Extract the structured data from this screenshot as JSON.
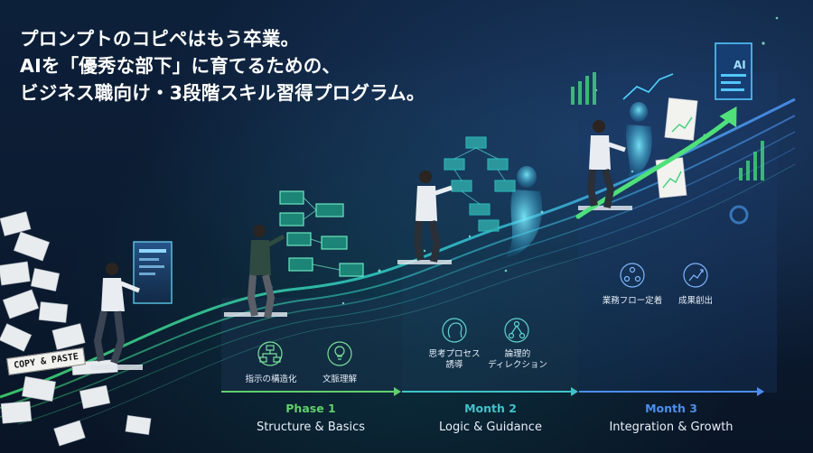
{
  "headline": {
    "line1": "プロンプトのコピペはもう卒業。",
    "line2": "AIを「優秀な部下」に育てるための、",
    "line3": "ビジネス職向け・3段階スキル習得プログラム。"
  },
  "copy_paste_label": "COPY & PASTE",
  "ai_doc_label": "AI",
  "phases": [
    {
      "title": "Phase 1",
      "subtitle": "Structure & Basics",
      "color": "#5fd06a"
    },
    {
      "title": "Month 2",
      "subtitle": "Logic & Guidance",
      "color": "#3fc3c9"
    },
    {
      "title": "Month 3",
      "subtitle": "Integration & Growth",
      "color": "#4b8ef0"
    }
  ],
  "skills": {
    "phase1": [
      "指示の構造化",
      "文脈理解"
    ],
    "phase2": [
      "思考プロセス\n誘導",
      "論理的\nディレクション"
    ],
    "phase3": [
      "業務フロー定着",
      "成果創出"
    ]
  },
  "icons": [
    "hierarchy-icon",
    "lightbulb-icon",
    "head-brain-icon",
    "flow-nodes-icon",
    "cycle-icon",
    "growth-chart-icon"
  ]
}
